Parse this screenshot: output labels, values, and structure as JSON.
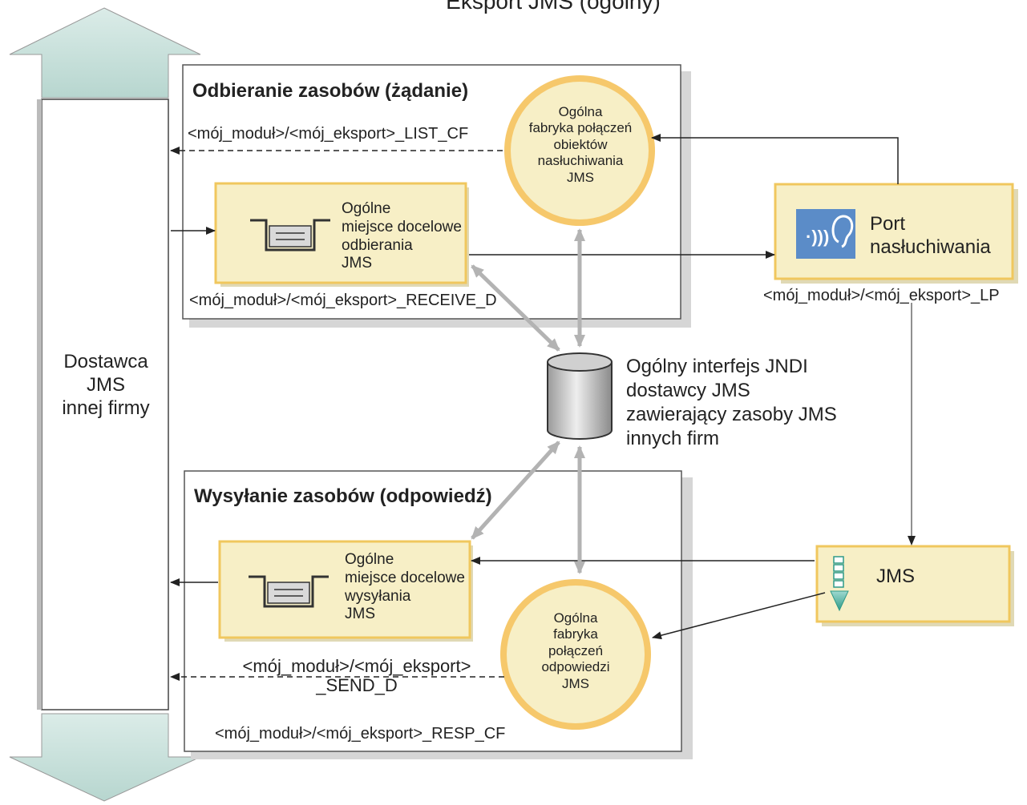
{
  "title": "Eksport JMS (ogólny)",
  "provider": {
    "label": "Dostawca\nJMS\ninnej firmy"
  },
  "receive_group": {
    "title": "Odbieranie zasobów (żądanie)",
    "list_cf_name": "<mój_moduł>/<mój_eksport>_LIST_CF",
    "listener_cf": "Ogólna\nfabryka połączeń\nobiektów\nnasłuchiwania\nJMS",
    "receive_dest": "Ogólne\nmiejsce docelowe\nodbierania\nJMS",
    "receive_dest_name": "<mój_moduł>/<mój_eksport>_RECEIVE_D"
  },
  "listener_port": {
    "label": "Port\nnasłuchiwania",
    "name": "<mój_moduł>/<mój_eksport>_LP",
    "icon": "listener-ear-icon"
  },
  "jndi": {
    "label": "Ogólny interfejs JNDI\ndostawcy JMS\nzawierający zasoby JMS\ninnych firm",
    "icon": "database-cylinder-icon"
  },
  "send_group": {
    "title": "Wysyłanie zasobów (odpowiedź)",
    "send_dest": "Ogólne\nmiejsce docelowe\nwysyłania\nJMS",
    "send_dest_name": "<mój_moduł>/<mój_eksport>\n_SEND_D",
    "response_cf": "Ogólna\nfabryka\npołączeń\nodpowiedzi\nJMS",
    "response_cf_name": "<mój_moduł>/<mój_eksport>_RESP_CF"
  },
  "jms_binding": {
    "label": "JMS",
    "icon": "jms-queue-arrow-icon"
  },
  "colors": {
    "box_fill": "#f7efc6",
    "box_border": "#f0c75e",
    "circle_border": "#f6c86b",
    "arrow_teal": "#c6dfd9",
    "listener_blue": "#5b8cc8",
    "gray_arrow": "#b3b3b3"
  }
}
